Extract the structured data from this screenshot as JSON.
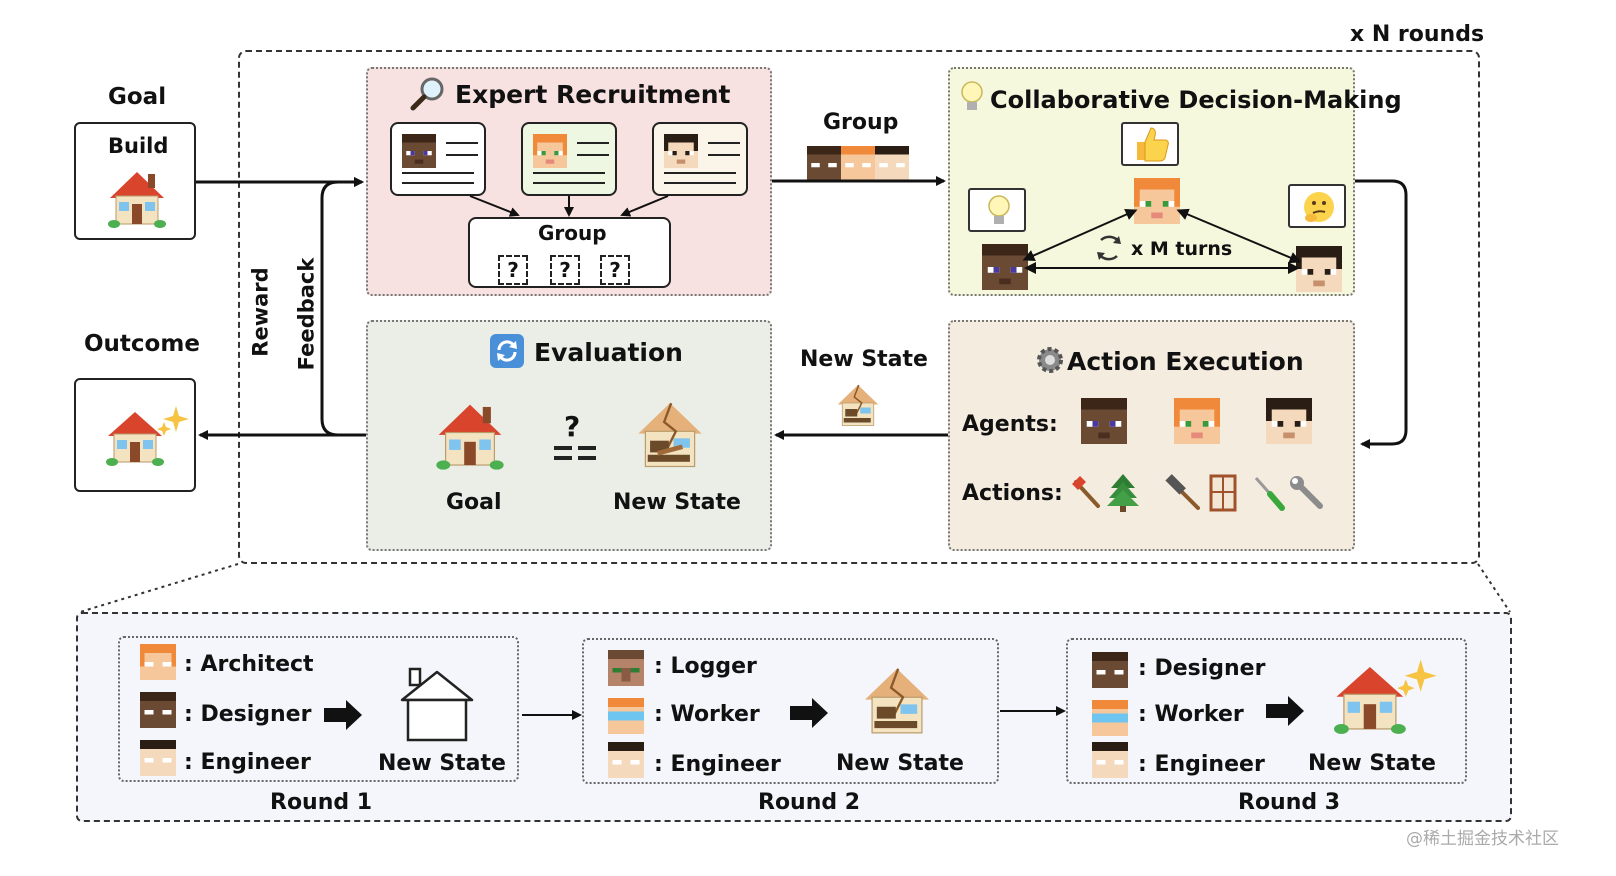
{
  "rounds_label": "x N rounds",
  "goal": {
    "heading": "Goal",
    "box_label": "Build",
    "icon": "house-icon"
  },
  "outcome": {
    "heading": "Outcome",
    "icon": "house-sparkle-icon"
  },
  "feedback": {
    "reward": "Reward",
    "feedback": "Feedback"
  },
  "expert_recruitment": {
    "title": "Expert Recruitment",
    "icon": "magnifier-icon",
    "group_label": "Group",
    "placeholders": [
      "?",
      "?",
      "?"
    ],
    "colors": {
      "background": "#f8e1e1"
    }
  },
  "group_arrow_label": "Group",
  "collaborative": {
    "title": "Collaborative Decision-Making",
    "icon": "lightbulb-icon",
    "turns_label": "x M turns",
    "colors": {
      "background": "#f5f8dc"
    }
  },
  "evaluation": {
    "title": "Evaluation",
    "icon": "refresh-icon",
    "goal_label": "Goal",
    "compare_question": "?",
    "new_state_label": "New State",
    "colors": {
      "background": "#eaeee6"
    }
  },
  "new_state_arrow_label": "New State",
  "action_execution": {
    "title": "Action Execution",
    "icon": "gear-icon",
    "agents_label": "Agents:",
    "actions_label": "Actions:",
    "colors": {
      "background": "#f5ece0"
    }
  },
  "rounds": [
    {
      "label": "Round 1",
      "roles": [
        ": Architect",
        ": Designer",
        ": Engineer"
      ],
      "state_label": "New State"
    },
    {
      "label": "Round 2",
      "roles": [
        ": Logger",
        ": Worker",
        ": Engineer"
      ],
      "state_label": "New State"
    },
    {
      "label": "Round 3",
      "roles": [
        ": Designer",
        ": Worker",
        ": Engineer"
      ],
      "state_label": "New State"
    }
  ],
  "watermark": "@稀土掘金技术社区"
}
